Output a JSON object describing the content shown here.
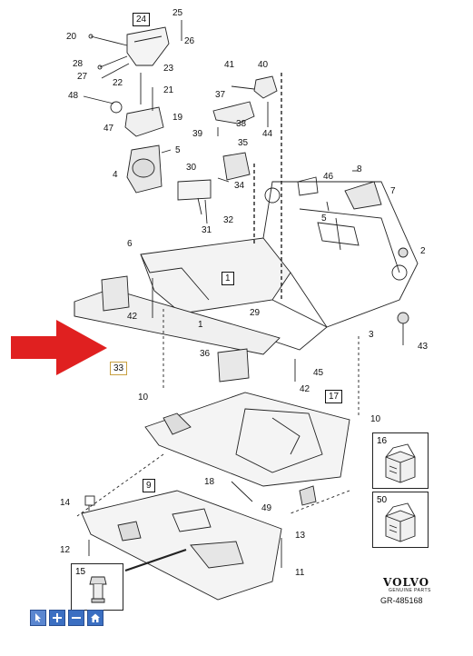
{
  "diagram": {
    "callouts": {
      "c1": "1",
      "c1b": "1",
      "c2": "2",
      "c3": "3",
      "c4": "4",
      "c5": "5",
      "c5b": "5",
      "c6": "6",
      "c7": "7",
      "c8": "8",
      "c10": "10",
      "c10b": "10",
      "c11": "11",
      "c12": "12",
      "c13": "13",
      "c14": "14",
      "c18": "18",
      "c19": "19",
      "c20": "20",
      "c21": "21",
      "c22": "22",
      "c23": "23",
      "c25": "25",
      "c26": "26",
      "c27": "27",
      "c28": "28",
      "c29": "29",
      "c30": "30",
      "c31": "31",
      "c32": "32",
      "c34": "34",
      "c35": "35",
      "c36": "36",
      "c37": "37",
      "c38": "38",
      "c39": "39",
      "c40": "40",
      "c41": "41",
      "c42": "42",
      "c42b": "42",
      "c43": "43",
      "c44": "44",
      "c45": "45",
      "c46": "46",
      "c47": "47",
      "c48": "48",
      "c49": "49"
    },
    "boxed": {
      "b24": "24",
      "b1": "1",
      "b33": "33",
      "b17": "17",
      "b9": "9"
    },
    "kits": {
      "k16": "16",
      "k50": "50",
      "k15": "15"
    },
    "brand": "VOLVO",
    "brand_sub": "GENUINE PARTS",
    "reference": "GR-485168",
    "arrow_color": "#e02020"
  },
  "toolbar": {
    "select_icon": "pointer-icon",
    "zoom_in_icon": "plus-icon",
    "zoom_out_icon": "minus-icon",
    "home_icon": "home-icon"
  }
}
